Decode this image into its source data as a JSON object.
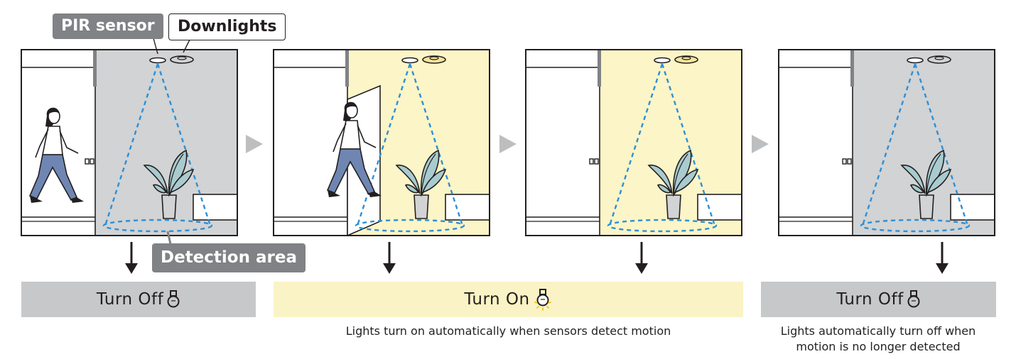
{
  "callouts": {
    "pir_sensor": "PIR sensor",
    "downlights": "Downlights",
    "detection_area": "Detection area"
  },
  "panels": [
    {
      "state": "off",
      "door": "closed",
      "person": "outside"
    },
    {
      "state": "on",
      "door": "open",
      "person": "entering"
    },
    {
      "state": "on",
      "door": "closed",
      "person": "none"
    },
    {
      "state": "off",
      "door": "closed",
      "person": "none"
    }
  ],
  "status_bars": [
    {
      "label": "Turn Off",
      "state": "off"
    },
    {
      "label": "Turn On",
      "state": "on"
    },
    {
      "label": "Turn Off",
      "state": "off"
    }
  ],
  "notes": {
    "on": "Lights turn on automatically when sensors detect motion",
    "off_line1": "Lights automatically turn off when",
    "off_line2": "motion is no longer detected"
  },
  "colors": {
    "room_off": "#d1d3d4",
    "room_on": "#fbf5c7",
    "bar_off": "#c7c8ca",
    "bar_on": "#faf3c5",
    "detection_dash": "#2e8fd6",
    "leaf": "#a9cbcf",
    "pants": "#6f86b3",
    "arrow_gray": "#bcbec0",
    "callout_dark": "#808285",
    "bulb_on": "#f2c318"
  },
  "icons": [
    "bulb-off-icon",
    "bulb-on-icon",
    "chevron-right-icon",
    "arrow-down-icon"
  ]
}
